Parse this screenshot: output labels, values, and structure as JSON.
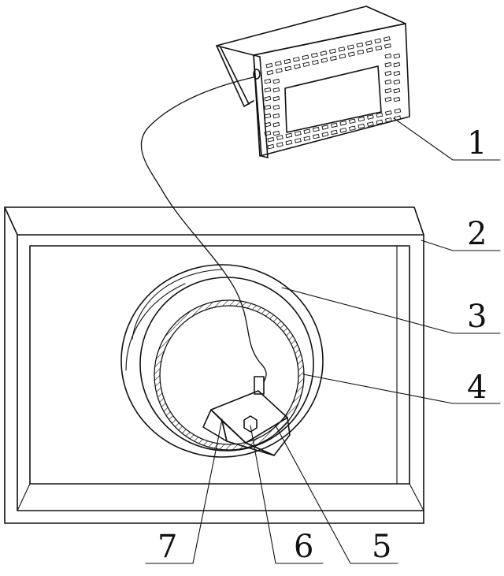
{
  "figure": {
    "labels": [
      {
        "id": "1",
        "text": "1"
      },
      {
        "id": "2",
        "text": "2"
      },
      {
        "id": "3",
        "text": "3"
      },
      {
        "id": "4",
        "text": "4"
      },
      {
        "id": "5",
        "text": "5"
      },
      {
        "id": "6",
        "text": "6"
      },
      {
        "id": "7",
        "text": "7"
      }
    ]
  }
}
